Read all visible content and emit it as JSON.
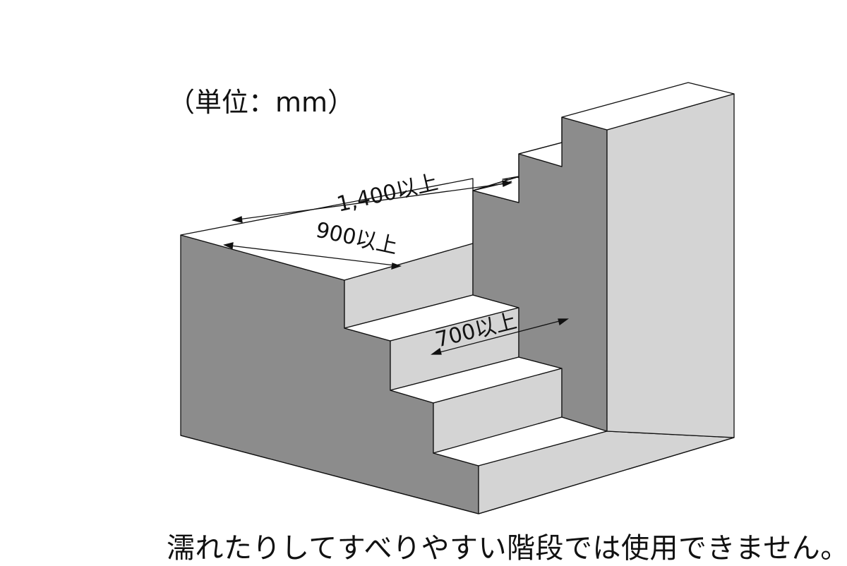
{
  "unit_label": "（単位：mm）",
  "dimensions": {
    "total_width": "1,400以上",
    "landing_width": "900以上",
    "tread_width": "700以上"
  },
  "caption": "濡れたりしてすべりやすい階段では使用できません。",
  "colors": {
    "dark_face": "#8c8c8c",
    "light_face": "#d4d4d4",
    "top_face": "#ffffff",
    "outline": "#111111"
  }
}
